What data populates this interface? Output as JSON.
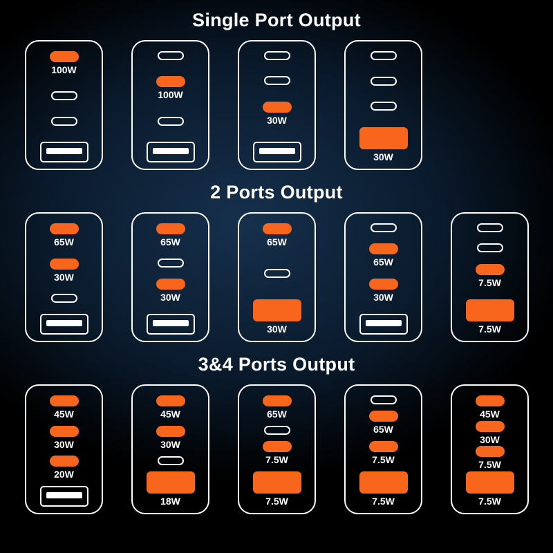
{
  "colors": {
    "active_port_orange": "#f8651c",
    "inactive_port_outline": "#ffffff",
    "charger_outline": "#ffffff",
    "label_text": "#ffffff",
    "background_glow": "#16304d",
    "background_base": "#000000"
  },
  "sections": [
    {
      "title": "Single Port Output",
      "chargers": [
        {
          "ports": [
            {
              "type": "usb-c",
              "state": "active",
              "label": "100W"
            },
            {
              "type": "usb-c",
              "state": "inactive",
              "label": ""
            },
            {
              "type": "usb-c",
              "state": "inactive",
              "label": ""
            },
            {
              "type": "usb-a",
              "state": "inactive",
              "label": ""
            }
          ]
        },
        {
          "ports": [
            {
              "type": "usb-c",
              "state": "inactive",
              "label": ""
            },
            {
              "type": "usb-c",
              "state": "active",
              "label": "100W"
            },
            {
              "type": "usb-c",
              "state": "inactive",
              "label": ""
            },
            {
              "type": "usb-a",
              "state": "inactive",
              "label": ""
            }
          ]
        },
        {
          "ports": [
            {
              "type": "usb-c",
              "state": "inactive",
              "label": ""
            },
            {
              "type": "usb-c",
              "state": "inactive",
              "label": ""
            },
            {
              "type": "usb-c",
              "state": "active",
              "label": "30W"
            },
            {
              "type": "usb-a",
              "state": "inactive",
              "label": ""
            }
          ]
        },
        {
          "ports": [
            {
              "type": "usb-c",
              "state": "inactive",
              "label": ""
            },
            {
              "type": "usb-c",
              "state": "inactive",
              "label": ""
            },
            {
              "type": "usb-c",
              "state": "inactive",
              "label": ""
            },
            {
              "type": "usb-a",
              "state": "active",
              "label": "30W"
            }
          ]
        }
      ]
    },
    {
      "title": "2 Ports Output",
      "chargers": [
        {
          "ports": [
            {
              "type": "usb-c",
              "state": "active",
              "label": "65W"
            },
            {
              "type": "usb-c",
              "state": "active",
              "label": "30W"
            },
            {
              "type": "usb-c",
              "state": "inactive",
              "label": ""
            },
            {
              "type": "usb-a",
              "state": "inactive",
              "label": ""
            }
          ]
        },
        {
          "ports": [
            {
              "type": "usb-c",
              "state": "active",
              "label": "65W"
            },
            {
              "type": "usb-c",
              "state": "inactive",
              "label": ""
            },
            {
              "type": "usb-c",
              "state": "active",
              "label": "30W"
            },
            {
              "type": "usb-a",
              "state": "inactive",
              "label": ""
            }
          ]
        },
        {
          "ports": [
            {
              "type": "usb-c",
              "state": "active",
              "label": "65W"
            },
            {
              "type": "usb-c",
              "state": "inactive",
              "label": ""
            },
            {
              "type": "usb-a",
              "state": "active",
              "label": "30W"
            }
          ]
        },
        {
          "ports": [
            {
              "type": "usb-c",
              "state": "inactive",
              "label": ""
            },
            {
              "type": "usb-c",
              "state": "active",
              "label": "65W"
            },
            {
              "type": "usb-c",
              "state": "active",
              "label": "30W"
            },
            {
              "type": "usb-a",
              "state": "inactive",
              "label": ""
            }
          ]
        },
        {
          "ports": [
            {
              "type": "usb-c",
              "state": "inactive",
              "label": ""
            },
            {
              "type": "usb-c",
              "state": "inactive",
              "label": ""
            },
            {
              "type": "usb-c",
              "state": "active",
              "label": "7.5W"
            },
            {
              "type": "usb-a",
              "state": "active",
              "label": "7.5W"
            }
          ]
        }
      ]
    },
    {
      "title": "3&4 Ports Output",
      "chargers": [
        {
          "ports": [
            {
              "type": "usb-c",
              "state": "active",
              "label": "45W"
            },
            {
              "type": "usb-c",
              "state": "active",
              "label": "30W"
            },
            {
              "type": "usb-c",
              "state": "active",
              "label": "20W"
            },
            {
              "type": "usb-a",
              "state": "inactive",
              "label": ""
            }
          ]
        },
        {
          "ports": [
            {
              "type": "usb-c",
              "state": "active",
              "label": "45W"
            },
            {
              "type": "usb-c",
              "state": "active",
              "label": "30W"
            },
            {
              "type": "usb-c",
              "state": "inactive",
              "label": ""
            },
            {
              "type": "usb-a",
              "state": "active",
              "label": "18W"
            }
          ]
        },
        {
          "ports": [
            {
              "type": "usb-c",
              "state": "active",
              "label": "65W"
            },
            {
              "type": "usb-c",
              "state": "inactive",
              "label": ""
            },
            {
              "type": "usb-c",
              "state": "active",
              "label": "7.5W"
            },
            {
              "type": "usb-a",
              "state": "active",
              "label": "7.5W"
            }
          ]
        },
        {
          "ports": [
            {
              "type": "usb-c",
              "state": "inactive",
              "label": ""
            },
            {
              "type": "usb-c",
              "state": "active",
              "label": "65W"
            },
            {
              "type": "usb-c",
              "state": "active",
              "label": "7.5W"
            },
            {
              "type": "usb-a",
              "state": "active",
              "label": "7.5W"
            }
          ]
        },
        {
          "ports": [
            {
              "type": "usb-c",
              "state": "active",
              "label": "45W"
            },
            {
              "type": "usb-c",
              "state": "active",
              "label": "30W"
            },
            {
              "type": "usb-c",
              "state": "active",
              "label": "7.5W"
            },
            {
              "type": "usb-a",
              "state": "active",
              "label": "7.5W"
            }
          ]
        }
      ]
    }
  ]
}
